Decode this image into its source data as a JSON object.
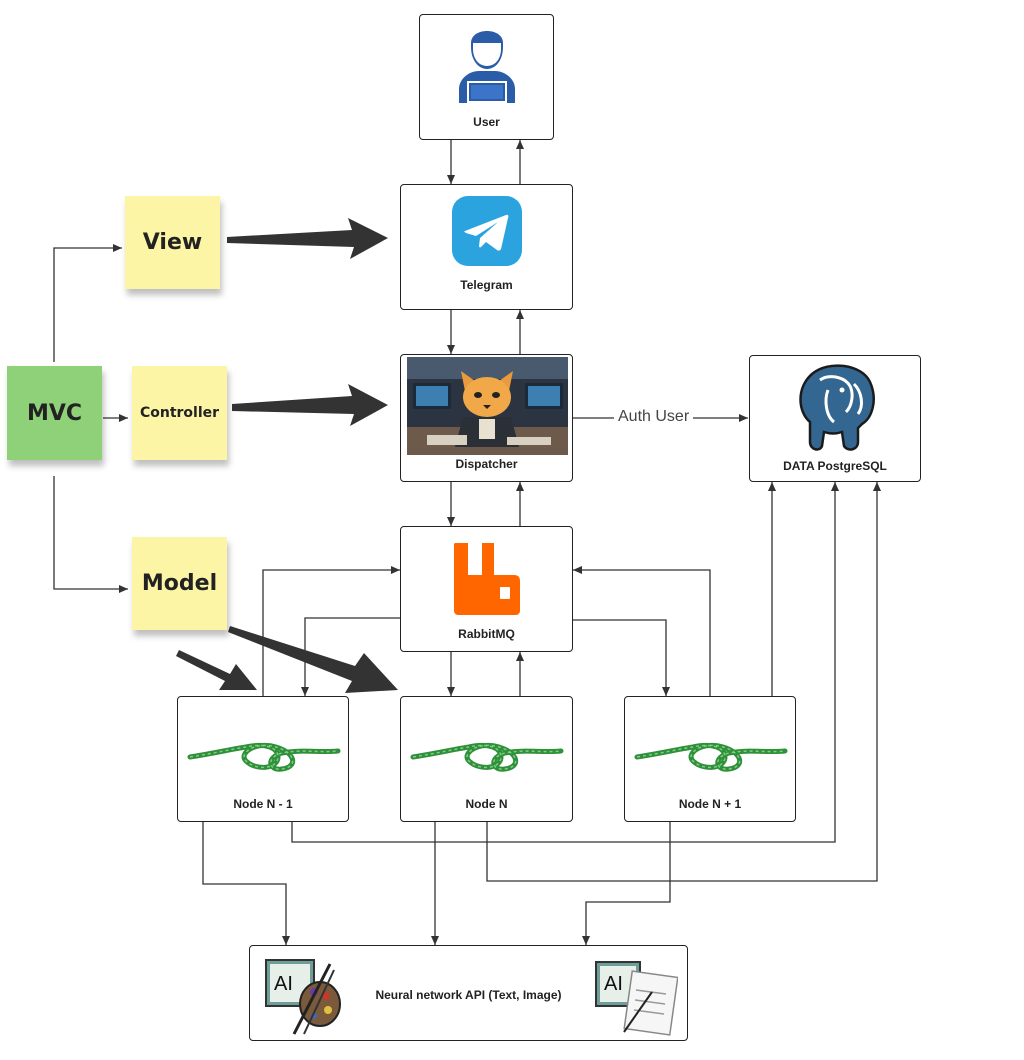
{
  "nodes": {
    "user": "User",
    "telegram": "Telegram",
    "dispatcher": "Dispatcher",
    "postgres": "DATA PostgreSQL",
    "rabbitmq": "RabbitMQ",
    "node_prev": "Node N - 1",
    "node_cur": "Node N",
    "node_next": "Node N + 1",
    "neural_api": "Neural network API (Text, Image)"
  },
  "stickies": {
    "mvc": "MVC",
    "view": "View",
    "controller": "Controller",
    "model": "Model"
  },
  "edges": {
    "auth_user": "Auth User"
  },
  "icons": {
    "user": "user-laptop-icon",
    "telegram": "telegram-icon",
    "dispatcher": "cat-dispatcher-image",
    "postgres": "postgresql-elephant-icon",
    "rabbitmq": "rabbitmq-icon",
    "node": "green-knot-icon",
    "ai_image": "ai-image-palette-icon",
    "ai_text": "ai-text-document-icon"
  },
  "colors": {
    "sticky_yellow": "#fdf5a6",
    "sticky_green": "#8fd179",
    "telegram_blue": "#2aa3df",
    "rabbitmq_orange": "#ff6600",
    "postgres_blue": "#336791",
    "user_blue": "#2a5ca8",
    "knot_green": "#2f8f3a"
  }
}
